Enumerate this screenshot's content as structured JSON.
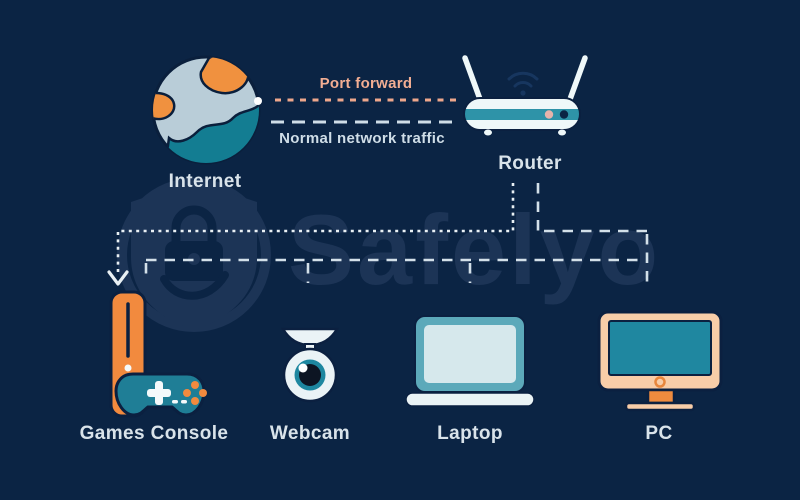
{
  "background": "#0B2444",
  "watermark": {
    "brand": "Safelyo",
    "color": "#1C3456",
    "logo": "shield-with-padlock"
  },
  "legend": {
    "port_forward": {
      "label": "Port forward",
      "color": "#F0A88E",
      "line_style": "dashed"
    },
    "normal_traffic": {
      "label": "Normal network traffic",
      "color": "#CFDDE7",
      "line_style": "dashed"
    }
  },
  "nodes": {
    "internet": {
      "label": "Internet",
      "icon": "globe-icon"
    },
    "router": {
      "label": "Router",
      "icon": "wifi-router-icon"
    },
    "games_console": {
      "label": "Games Console",
      "icon": "game-console-icon"
    },
    "webcam": {
      "label": "Webcam",
      "icon": "webcam-icon"
    },
    "laptop": {
      "label": "Laptop",
      "icon": "laptop-icon"
    },
    "pc": {
      "label": "PC",
      "icon": "desktop-monitor-icon"
    }
  },
  "connections": {
    "internet_to_router_port_forward": {
      "from": "Internet",
      "to": "Router",
      "style": "short-dash",
      "color": "#EFA78C"
    },
    "internet_to_router_normal": {
      "from": "Internet",
      "to": "Router",
      "style": "long-dash",
      "color": "#CFDDE7"
    },
    "router_to_games_console_port_forward": {
      "from": "Router",
      "to": "Games Console",
      "style": "dotted",
      "arrow": true,
      "color": "#E9F0F4"
    },
    "router_to_devices_normal": {
      "from": "Router",
      "to": [
        "Games Console",
        "Webcam",
        "Laptop",
        "PC"
      ],
      "style": "long-dash",
      "color": "#D3E0E9"
    }
  },
  "palette": {
    "orange": "#F28A3E",
    "teal": "#1F87A0",
    "light_device": "#EAF3F6",
    "dark_outline": "#0B2040",
    "label_text": "#D9E3EA"
  }
}
